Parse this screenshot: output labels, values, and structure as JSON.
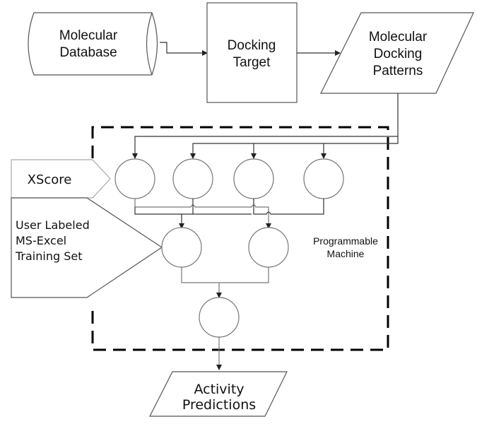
{
  "diagram": {
    "type": "flowchart",
    "nodes": {
      "molecular_database": {
        "lines": [
          "Molecular",
          "Database"
        ],
        "shape": "cylinder"
      },
      "docking_target": {
        "lines": [
          "Docking",
          "Target"
        ],
        "shape": "rectangle"
      },
      "docking_patterns": {
        "lines": [
          "Molecular",
          "Docking",
          "Patterns"
        ],
        "shape": "parallelogram"
      },
      "xscore": {
        "lines": [
          "XScore"
        ],
        "shape": "pentagon-arrow"
      },
      "training_set": {
        "lines": [
          "User Labeled",
          "MS-Excel",
          "Training Set"
        ],
        "shape": "pentagon-arrow"
      },
      "programmable_machine": {
        "lines": [
          "Programmable",
          "Machine"
        ],
        "shape": "dashed-boundary"
      },
      "activity_predictions": {
        "lines": [
          "Activity",
          "Predictions"
        ],
        "shape": "parallelogram"
      }
    },
    "network": {
      "input_layer_count": 4,
      "hidden_layer_count": 2,
      "output_layer_count": 1
    },
    "edges": [
      [
        "molecular_database",
        "docking_target"
      ],
      [
        "docking_target",
        "docking_patterns"
      ],
      [
        "docking_patterns",
        "input_layer"
      ],
      [
        "xscore",
        "input_layer"
      ],
      [
        "input_layer",
        "hidden_layer"
      ],
      [
        "training_set",
        "hidden_layer"
      ],
      [
        "hidden_layer",
        "output_layer"
      ],
      [
        "output_layer",
        "activity_predictions"
      ]
    ]
  }
}
